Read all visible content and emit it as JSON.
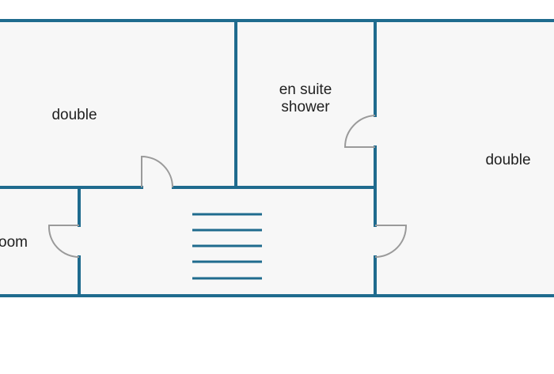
{
  "plan": {
    "floor_color": "#f7f7f7",
    "wall_color": "#1f6b8e",
    "door_color": "#9a9a9a",
    "rooms": [
      {
        "id": "bedroom-top-left",
        "label_lines": [
          "double"
        ]
      },
      {
        "id": "ensuite",
        "label_lines": [
          "en suite",
          "shower"
        ]
      },
      {
        "id": "bedroom-right",
        "label_lines": [
          "double"
        ]
      },
      {
        "id": "room-bottom-left",
        "label_lines": [
          "oom"
        ]
      }
    ],
    "stairs": {
      "steps": 5
    },
    "doors": 4
  }
}
